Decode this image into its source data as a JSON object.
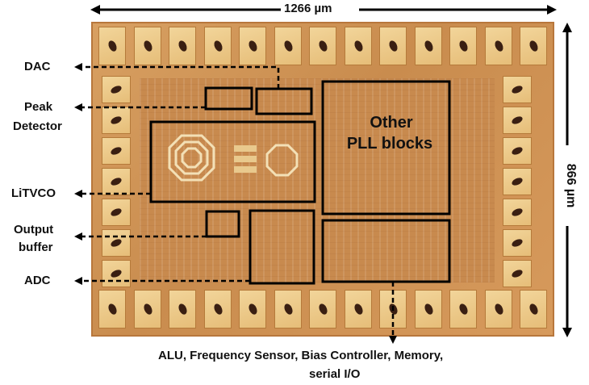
{
  "dimensions": {
    "width_label": "1266 µm",
    "height_label": "866 µm"
  },
  "labels": {
    "dac": "DAC",
    "peak_line1": "Peak",
    "peak_line2": "Detector",
    "litvco": "LiTVCO",
    "output_line1": "Output",
    "output_line2": "buffer",
    "adc": "ADC",
    "other_pll_line1": "Other",
    "other_pll_line2": "PLL blocks",
    "bottom_line1": "ALU, Frequency Sensor, Bias Controller, Memory,",
    "bottom_line2": "serial I/O"
  },
  "colors": {
    "die": "#cf9457",
    "pad": "#ecc985",
    "annotation": "#000000"
  }
}
